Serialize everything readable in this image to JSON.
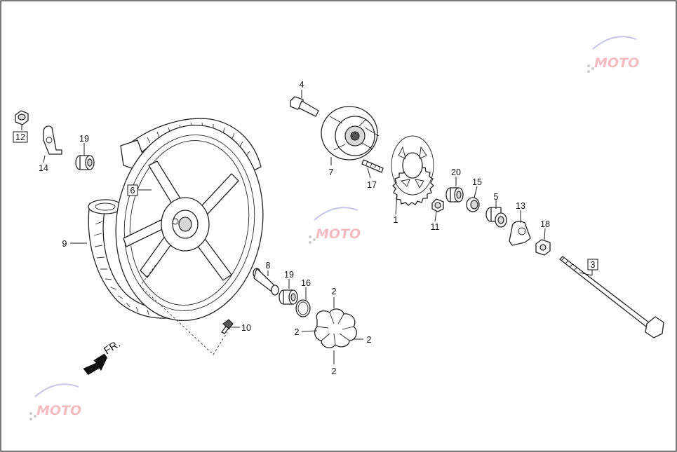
{
  "arrow_label": "FR.",
  "callouts": [
    {
      "id": "c12",
      "text": "12",
      "boxed": true
    },
    {
      "id": "c14",
      "text": "14",
      "boxed": false
    },
    {
      "id": "c19a",
      "text": "19",
      "boxed": false
    },
    {
      "id": "c6",
      "text": "6",
      "boxed": true
    },
    {
      "id": "c9",
      "text": "9",
      "boxed": false
    },
    {
      "id": "c4",
      "text": "4",
      "boxed": false
    },
    {
      "id": "c7",
      "text": "7",
      "boxed": false
    },
    {
      "id": "c17",
      "text": "17",
      "boxed": false
    },
    {
      "id": "c1",
      "text": "1",
      "boxed": false
    },
    {
      "id": "c20",
      "text": "20",
      "boxed": false
    },
    {
      "id": "c11",
      "text": "11",
      "boxed": false
    },
    {
      "id": "c15",
      "text": "15",
      "boxed": false
    },
    {
      "id": "c5",
      "text": "5",
      "boxed": false
    },
    {
      "id": "c13",
      "text": "13",
      "boxed": false
    },
    {
      "id": "c18",
      "text": "18",
      "boxed": false
    },
    {
      "id": "c3",
      "text": "3",
      "boxed": true
    },
    {
      "id": "c8",
      "text": "8",
      "boxed": false
    },
    {
      "id": "c19b",
      "text": "19",
      "boxed": false
    },
    {
      "id": "c16",
      "text": "16",
      "boxed": false
    },
    {
      "id": "c10",
      "text": "10",
      "boxed": false
    },
    {
      "id": "c2a",
      "text": "2",
      "boxed": false
    },
    {
      "id": "c2b",
      "text": "2",
      "boxed": false
    },
    {
      "id": "c2c",
      "text": "2",
      "boxed": false
    },
    {
      "id": "c2d",
      "text": "2",
      "boxed": false
    }
  ],
  "colors": {
    "line": "#222222",
    "background": "#ffffff",
    "watermark_text": "#e86a7a",
    "watermark_swoosh": "#7b7fcf"
  }
}
